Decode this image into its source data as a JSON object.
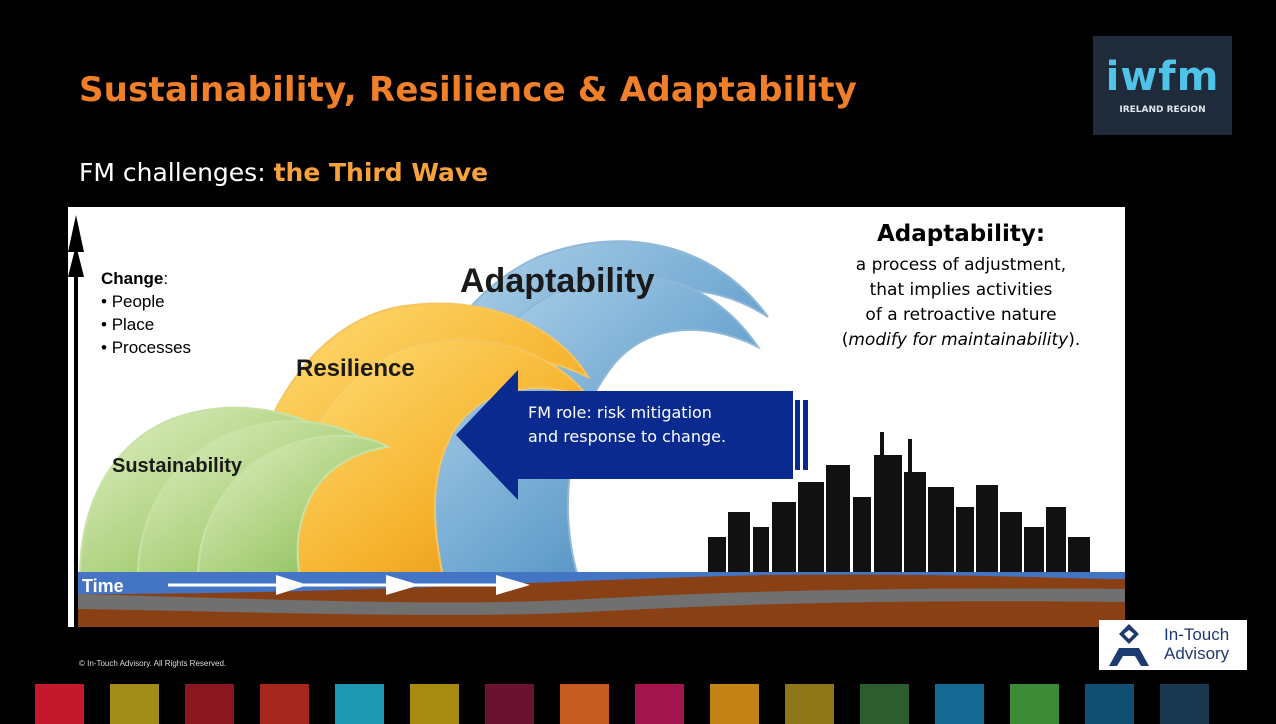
{
  "slide": {
    "title": "Sustainability, Resilience & Adaptability",
    "subtitle_prefix": "FM challenges: ",
    "subtitle_highlight": "the Third Wave"
  },
  "logo": {
    "mark": "iwfm",
    "region": "IRELAND REGION"
  },
  "diagram": {
    "change_heading": "Change",
    "change_colon": ":",
    "change_items": [
      "People",
      "Place",
      "Processes"
    ],
    "waves": [
      "Sustainability",
      "Resilience",
      "Adaptability"
    ],
    "adapt_heading": "Adaptability:",
    "adapt_lines": [
      "a process of adjustment,",
      "that implies activities",
      "of a retroactive nature"
    ],
    "adapt_last_open": "(",
    "adapt_last_italic": "modify for maintainability",
    "adapt_last_close": ").",
    "role_line1": "FM role: risk mitigation",
    "role_line2": "and response to change.",
    "time_label": "Time"
  },
  "footer": {
    "copyright": "© In-Touch Advisory. All Rights Reserved.",
    "badge_line1": "In-Touch",
    "badge_line2": "Advisory"
  },
  "colors": {
    "title": "#f07f2a",
    "strip": [
      "#c4192d",
      "#a28c1a",
      "#8a1620",
      "#a5261c",
      "#1e97b3",
      "#a78a10",
      "#6a1230",
      "#c65b1f",
      "#a3164d",
      "#c48316",
      "#8c7618",
      "#2d5c2e",
      "#146a93",
      "#3d8a36",
      "#104f72",
      "#19384f"
    ]
  }
}
